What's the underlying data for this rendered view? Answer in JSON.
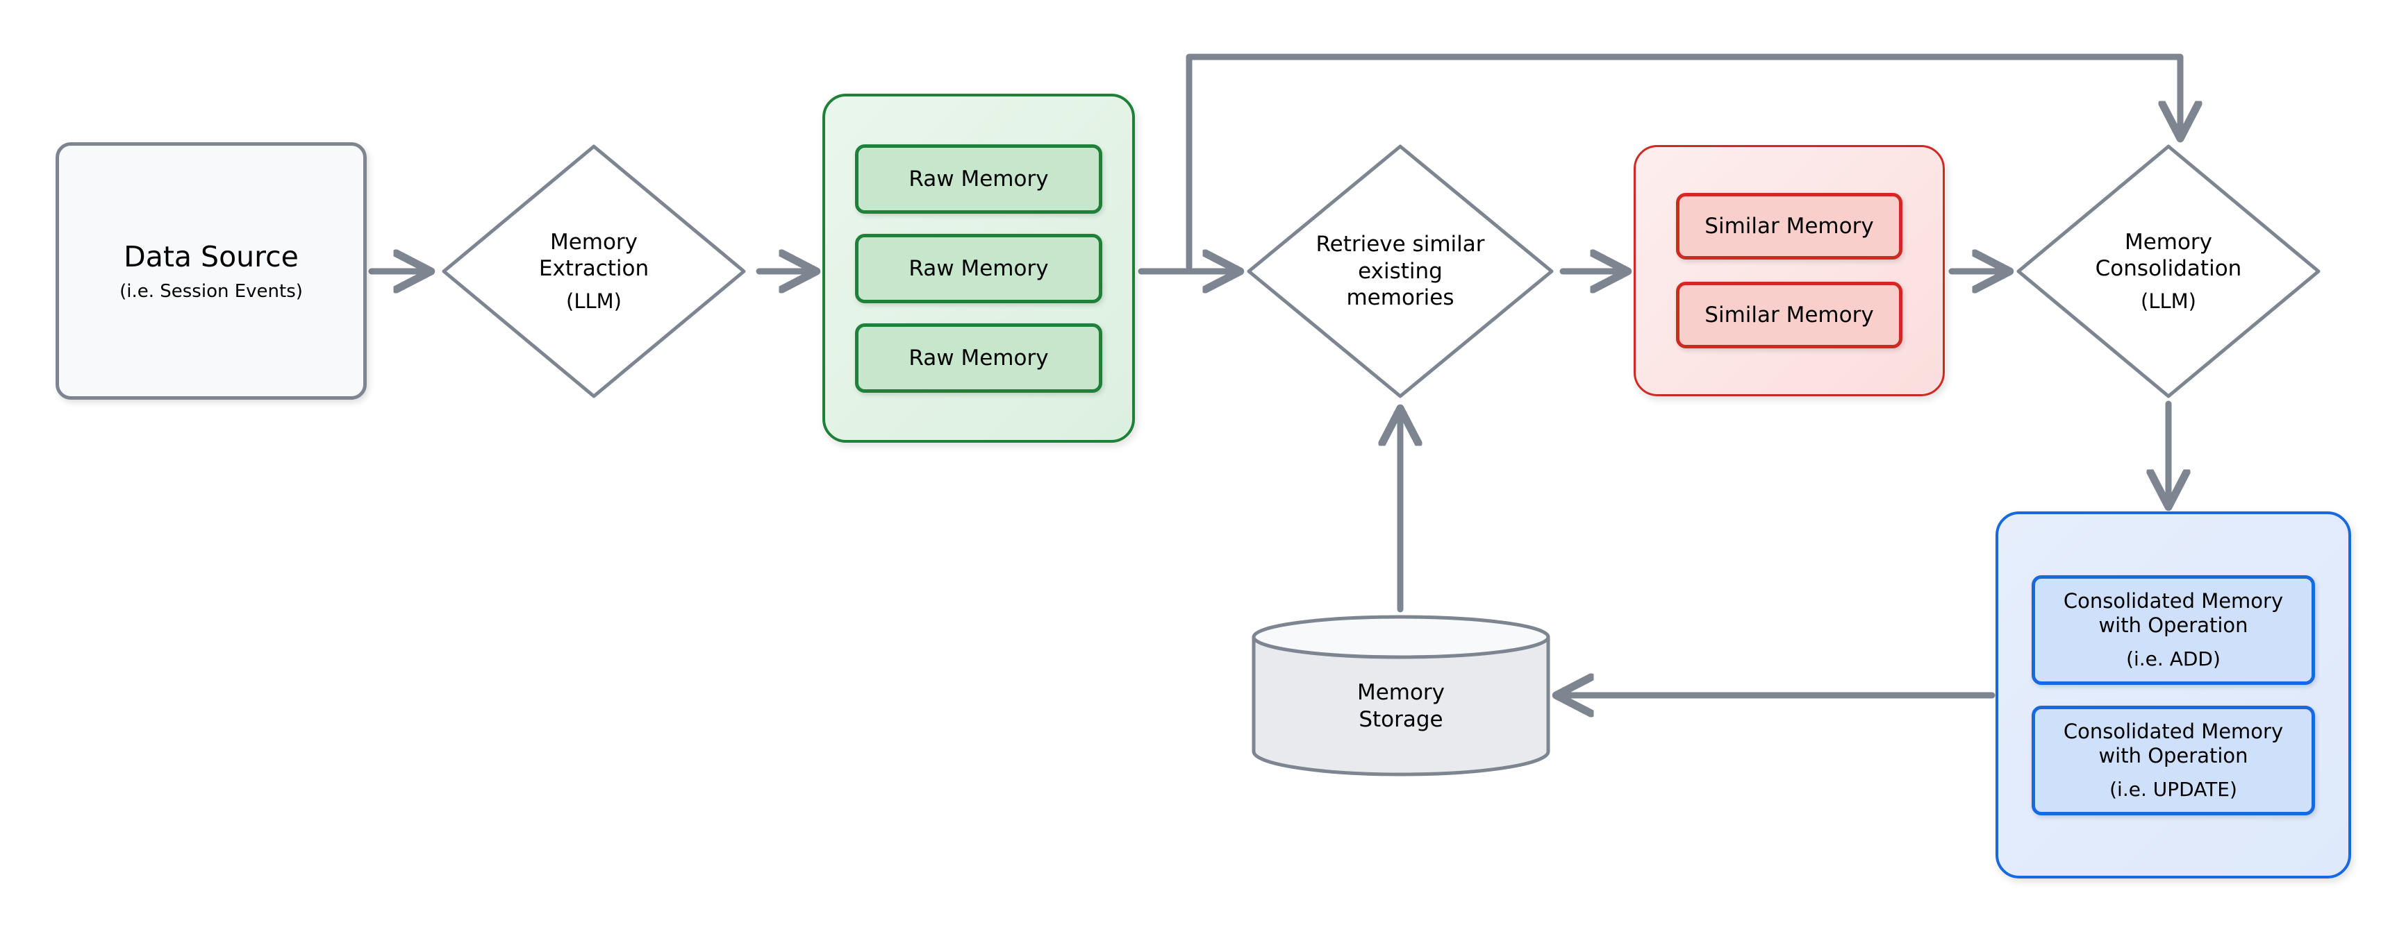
{
  "diagram": {
    "title": "Memory pipeline flow diagram",
    "colors": {
      "edge": "#7c8590",
      "neutral_border": "#7c8590",
      "neutral_fill": "#f7f9fa",
      "green_border": "#1f8139",
      "green_fill": "#c7e7cd",
      "green_group_fill": "#e4f3e8",
      "red_border": "#cf2a22",
      "red_fill": "#f9cfcc",
      "red_group_fill": "#fbe6e5",
      "blue_border": "#1769e0",
      "blue_fill": "#cfe0fa",
      "blue_group_fill": "#e3ecfb",
      "text": "#000000"
    }
  },
  "nodes": {
    "data_source": {
      "title": "Data Source",
      "subtitle": "(i.e. Session Events)",
      "shape": "rounded-rectangle"
    },
    "memory_extraction": {
      "line1": "Memory",
      "line2": "Extraction",
      "subtitle": "(LLM)",
      "shape": "diamond"
    },
    "raw_memory_group": {
      "shape": "rounded-rectangle-group",
      "items": [
        {
          "label": "Raw Memory"
        },
        {
          "label": "Raw Memory"
        },
        {
          "label": "Raw Memory"
        }
      ]
    },
    "retrieve_similar": {
      "line1": "Retrieve similar",
      "line2": "existing",
      "line3": "memories",
      "shape": "diamond"
    },
    "similar_memory_group": {
      "shape": "rounded-rectangle-group",
      "items": [
        {
          "label": "Similar Memory"
        },
        {
          "label": "Similar Memory"
        }
      ]
    },
    "memory_consolidation": {
      "line1": "Memory",
      "line2": "Consolidation",
      "subtitle": "(LLM)",
      "shape": "diamond"
    },
    "consolidated_memory_group": {
      "shape": "rounded-rectangle-group",
      "items": [
        {
          "line1": "Consolidated Memory",
          "line2": "with Operation",
          "operation": "(i.e. ADD)"
        },
        {
          "line1": "Consolidated Memory",
          "line2": "with Operation",
          "operation": "(i.e. UPDATE)"
        }
      ]
    },
    "memory_storage": {
      "line1": "Memory",
      "line2": "Storage",
      "shape": "cylinder"
    }
  },
  "edges": [
    {
      "id": "e1",
      "from": "data_source",
      "to": "memory_extraction",
      "arrow": true
    },
    {
      "id": "e2",
      "from": "memory_extraction",
      "to": "raw_memory_group",
      "arrow": true
    },
    {
      "id": "e3",
      "from": "raw_memory_group",
      "to": "retrieve_similar",
      "arrow": true
    },
    {
      "id": "e4",
      "from": "retrieve_similar",
      "to": "similar_memory_group",
      "arrow": true
    },
    {
      "id": "e5",
      "from": "similar_memory_group",
      "to": "memory_consolidation",
      "arrow": true
    },
    {
      "id": "e6",
      "from": "raw_memory_group",
      "to": "memory_consolidation",
      "arrow": true,
      "routing": "top-feedback"
    },
    {
      "id": "e7",
      "from": "memory_consolidation",
      "to": "consolidated_memory_group",
      "arrow": true
    },
    {
      "id": "e8",
      "from": "consolidated_memory_group",
      "to": "memory_storage",
      "arrow": true
    },
    {
      "id": "e9",
      "from": "memory_storage",
      "to": "retrieve_similar",
      "arrow": true
    }
  ]
}
